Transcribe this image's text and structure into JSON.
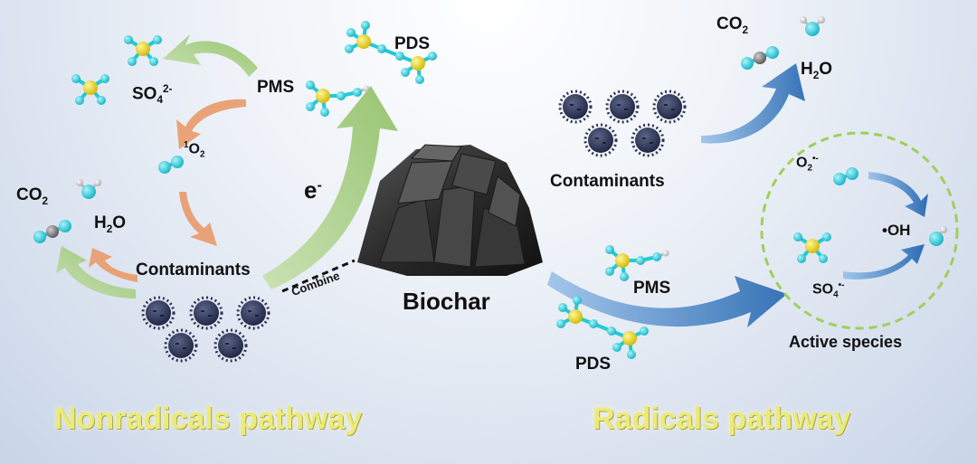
{
  "nonradical": {
    "so4": {
      "base": "SO",
      "sub": "4",
      "sup": "2-"
    },
    "pms": "PMS",
    "pds": "PDS",
    "singlet": {
      "sup": "1",
      "base": "O",
      "sub": "2"
    },
    "electron": {
      "base": "e",
      "sup": "-"
    },
    "co2": {
      "base": "CO",
      "sub": "2"
    },
    "h2o": {
      "a": "H",
      "sub": "2",
      "b": "O"
    },
    "contaminants": "Contaminants",
    "combine": "Combine",
    "pathway": "Nonradicals pathway"
  },
  "center": {
    "biochar": "Biochar"
  },
  "radical": {
    "co2": {
      "base": "CO",
      "sub": "2"
    },
    "h2o": {
      "a": "H",
      "sub": "2",
      "b": "O"
    },
    "contaminants": "Contaminants",
    "superoxide": {
      "base": "O",
      "sub": "2",
      "sup": "•-"
    },
    "hydroxyl": "•OH",
    "sulfate": {
      "base": "SO",
      "sub": "4",
      "sup": "•-"
    },
    "pms": "PMS",
    "pds": "PDS",
    "active_species": "Active species",
    "pathway": "Radicals pathway"
  },
  "colors": {
    "green_arrow": "#9fc97a",
    "orange_arrow": "#e99a6a",
    "blue_arrow": "#3f7fc4",
    "sulfur": "#e3d10e",
    "oxygen": "#22c9d6",
    "carbon": "#777777",
    "contaminant": "#2c3352",
    "dashed_circle": "#9ed05a",
    "pathway_text": "#ecea7a"
  }
}
